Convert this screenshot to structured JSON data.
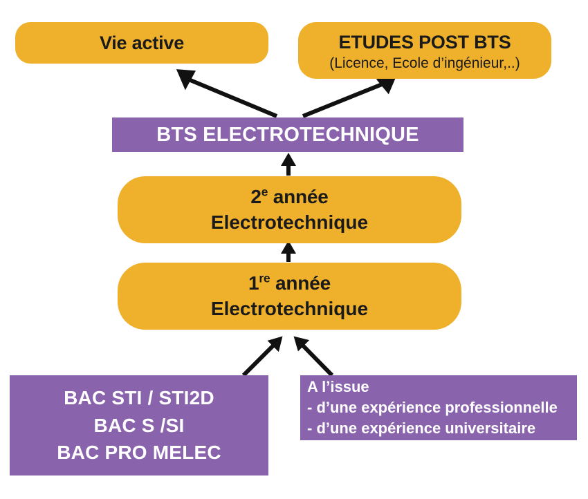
{
  "diagram": {
    "title_semantic": "Parcours BTS Electrotechnique",
    "colors": {
      "accent_yellow": "#efb12c",
      "accent_purple": "#8a63ad",
      "text_dark": "#1a1a1a",
      "text_light": "#ffffff",
      "arrow": "#111111",
      "background": "#ffffff"
    },
    "nodes": {
      "vie_active": {
        "label": "Vie active"
      },
      "etudes_post_bts": {
        "label": "ETUDES POST BTS",
        "sub": "(Licence, Ecole d’ingénieur,..)"
      },
      "bts": {
        "label": "BTS ELECTROTECHNIQUE"
      },
      "annee2": {
        "number": "2",
        "ordinal": "e",
        "year_word": " année",
        "line2": "Electrotechnique"
      },
      "annee1": {
        "number": "1",
        "ordinal": "re",
        "year_word": " année",
        "line2": "Electrotechnique"
      },
      "bac_origins": {
        "lines": [
          "BAC STI / STI2D",
          "BAC S /SI",
          "BAC PRO MELEC"
        ]
      },
      "a_lissue": {
        "lines": [
          "A l’issue",
          "- d’une expérience professionnelle",
          "- d’une expérience universitaire"
        ]
      }
    },
    "arrows": [
      {
        "name": "bts-to-vie-active",
        "from": "bts",
        "to": "vie_active"
      },
      {
        "name": "bts-to-etudes-post-bts",
        "from": "bts",
        "to": "etudes_post_bts"
      },
      {
        "name": "annee2-to-bts",
        "from": "annee2",
        "to": "bts"
      },
      {
        "name": "annee1-to-annee2",
        "from": "annee1",
        "to": "annee2"
      },
      {
        "name": "bac-origins-to-annee1",
        "from": "bac_origins",
        "to": "annee1"
      },
      {
        "name": "a-lissue-to-annee1",
        "from": "a_lissue",
        "to": "annee1"
      }
    ]
  }
}
